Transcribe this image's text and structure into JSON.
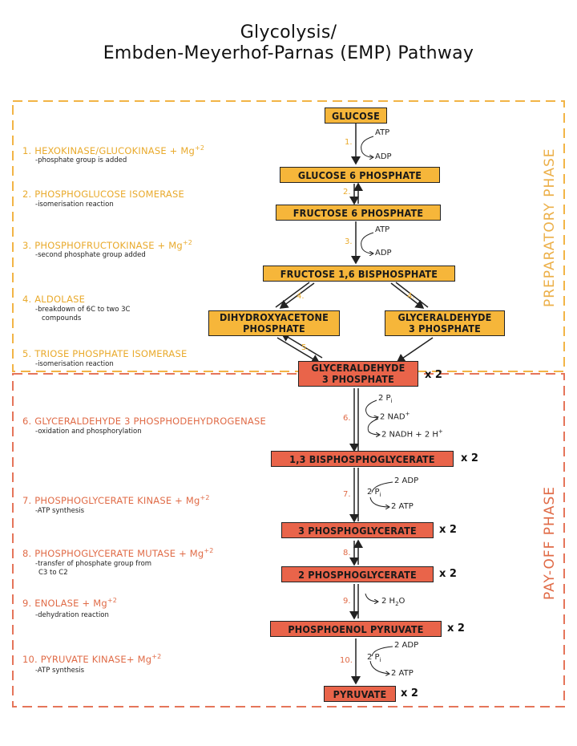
{
  "title_line1": "Glycolysis/",
  "title_line2": "Embden-Meyerhof-Parnas (EMP) Pathway",
  "phases": {
    "preparatory": "PREPARATORY PHASE",
    "payoff": "PAY-OFF PHASE"
  },
  "colors": {
    "yellow": "#f6b63a",
    "orange": "#e9644a",
    "yellow_text": "#e9aa2c",
    "orange_text": "#e06b47"
  },
  "metabolites": {
    "glucose": "GLUCOSE",
    "g6p": "GLUCOSE 6 PHOSPHATE",
    "f6p": "FRUCTOSE 6 PHOSPHATE",
    "f16bp": "FRUCTOSE 1,6 BISPHOSPHATE",
    "dhap_1": "DIHYDROXYACETONE",
    "dhap_2": "PHOSPHATE",
    "g3p_left_1": "GLYCERALDEHYDE",
    "g3p_left_2": "3 PHOSPHATE",
    "g3p_1": "GLYCERALDEHYDE",
    "g3p_2": "3 PHOSPHATE",
    "bpg13": "1,3 BISPHOSPHOGLYCERATE",
    "pg3": "3 PHOSPHOGLYCERATE",
    "pg2": "2 PHOSPHOGLYCERATE",
    "pep": "PHOSPHOENOL PYRUVATE",
    "pyruvate": "PYRUVATE"
  },
  "multiplier": "x 2",
  "steps": [
    {
      "num": "1.",
      "title": "1. HEXOKINASE/GLUCOKINASE + Mg",
      "sup": "+2",
      "desc": "-phosphate group is added"
    },
    {
      "num": "2.",
      "title": "2. PHOSPHOGLUCOSE ISOMERASE",
      "sup": "",
      "desc": "-isomerisation reaction"
    },
    {
      "num": "3.",
      "title": "3. PHOSPHOFRUCTOKINASE + Mg",
      "sup": "+2",
      "desc": "-second phosphate group added"
    },
    {
      "num": "4.",
      "title": "4. ALDOLASE",
      "sup": "",
      "desc": "-breakdown of 6C to two 3C",
      "desc2": "compounds"
    },
    {
      "num": "5.",
      "title": "5. TRIOSE PHOSPHATE ISOMERASE",
      "sup": "",
      "desc": "-isomerisation reaction"
    },
    {
      "num": "6.",
      "title": "6. GLYCERALDEHYDE 3 PHOSPHODEHYDROGENASE",
      "sup": "",
      "desc": "-oxidation and phosphorylation"
    },
    {
      "num": "7.",
      "title": "7. PHOSPHOGLYCERATE KINASE + Mg",
      "sup": "+2",
      "desc": "-ATP synthesis"
    },
    {
      "num": "8.",
      "title": "8. PHOSPHOGLYCERATE MUTASE + Mg",
      "sup": "+2",
      "desc": "-transfer of phosphate group from",
      "desc2": "C3 to C2"
    },
    {
      "num": "9.",
      "title": "9. ENOLASE + Mg",
      "sup": "+2",
      "desc": "-dehydration reaction"
    },
    {
      "num": "10.",
      "title": "10. PYRUVATE KINASE+ Mg",
      "sup": "+2",
      "desc": "-ATP synthesis"
    }
  ],
  "labels": {
    "atp": "ATP",
    "adp": "ADP",
    "pi_2": "2 P",
    "pi_sub": "i",
    "nad": "2 NAD",
    "nad_sup": "+",
    "nadh": "2 NADH + 2 H",
    "nadh_sup": "+",
    "adp_2": "2 ADP",
    "atp_2": "2 ATP",
    "h2o": "2 H",
    "h2o_sub": "2",
    "h2o_o": "O"
  }
}
